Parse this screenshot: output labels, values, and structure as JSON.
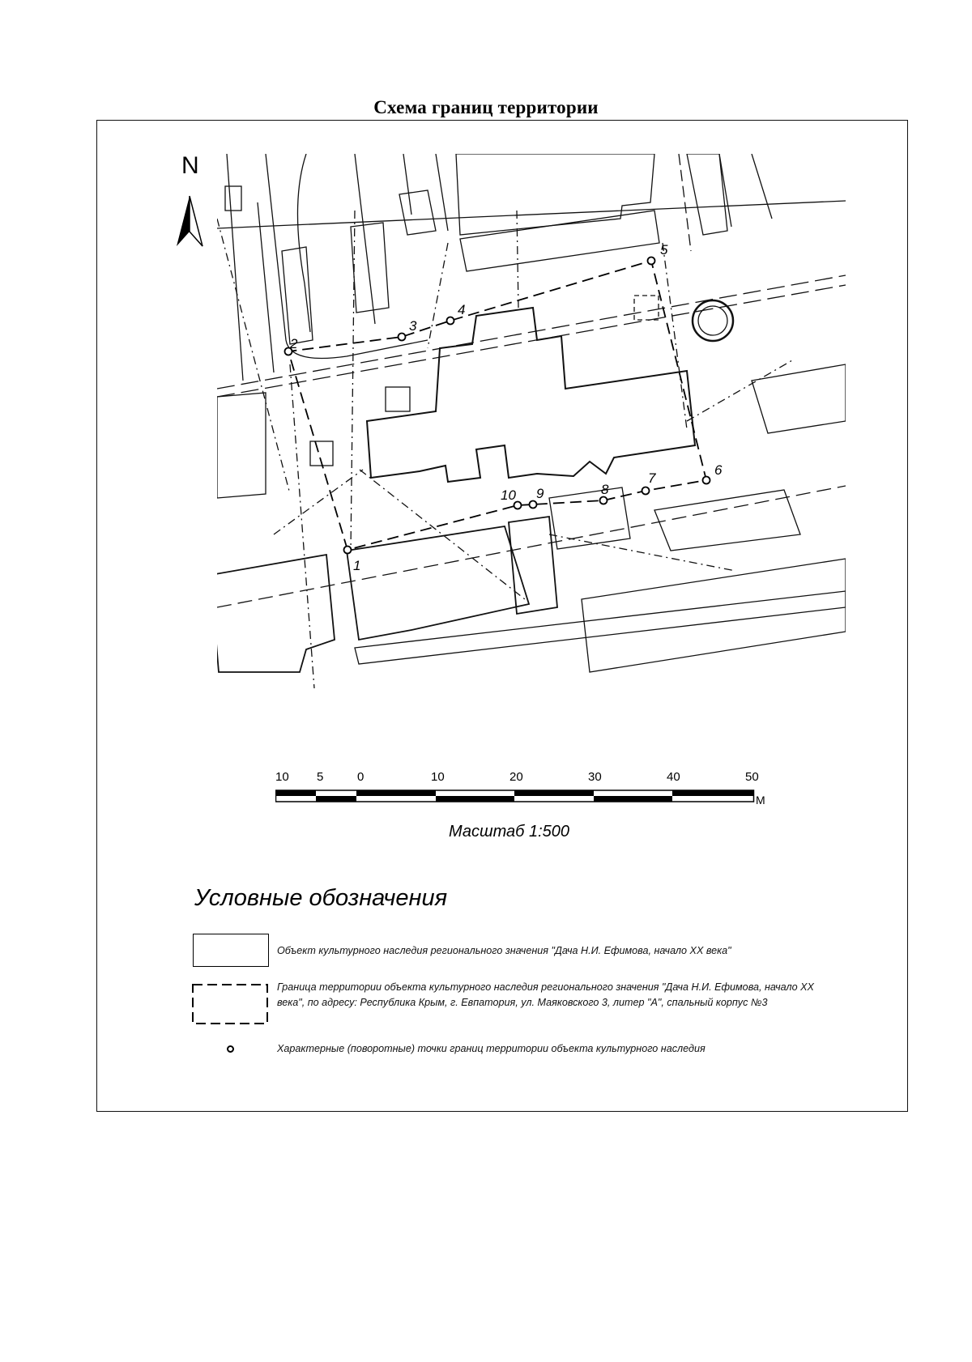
{
  "title": "Схема границ территории",
  "north_label": "N",
  "boundary_points": [
    "1",
    "2",
    "3",
    "4",
    "5",
    "6",
    "7",
    "8",
    "9",
    "10"
  ],
  "scale": {
    "ticks": [
      "10",
      "5",
      "0",
      "10",
      "20",
      "30",
      "40",
      "50"
    ],
    "unit": "M",
    "label": "Масштаб 1:500"
  },
  "legend": {
    "title": "Условные обозначения",
    "items": [
      {
        "symbol": "object-outline",
        "text": "Объект культурного наследия регионального значения \"Дача Н.И. Ефимова, начало XX века\""
      },
      {
        "symbol": "territory-boundary-dashed",
        "text": "Граница территории объекта культурного наследия регионального значения \"Дача Н.И. Ефимова, начало XX века\", по адресу: Республика Крым, г. Евпатория, ул. Маяковского 3, литер \"А\", спальный корпус №3"
      },
      {
        "symbol": "turning-point-circle",
        "text": "Характерные (поворотные) точки границ территории объекта культурного наследия"
      }
    ]
  },
  "colors": {
    "ink": "#111111",
    "paper": "#ffffff"
  }
}
